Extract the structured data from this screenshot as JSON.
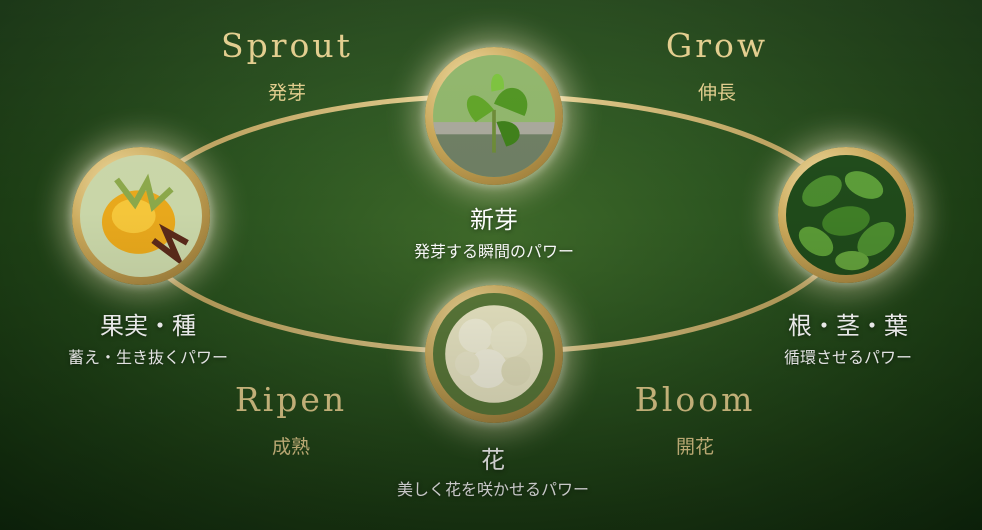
{
  "stages": {
    "sprout": {
      "en": "Sprout",
      "ja": "発芽"
    },
    "grow": {
      "en": "Grow",
      "ja": "伸長"
    },
    "ripen": {
      "en": "Ripen",
      "ja": "成熟"
    },
    "bloom": {
      "en": "Bloom",
      "ja": "開花"
    }
  },
  "phases": {
    "sprout_phase": {
      "title": "新芽",
      "subtitle": "発芽する瞬間のパワー"
    },
    "leaf_phase": {
      "title": "根・茎・葉",
      "subtitle": "循環させるパワー"
    },
    "flower_phase": {
      "title": "花",
      "subtitle": "美しく花を咲かせるパワー"
    },
    "seed_phase": {
      "title": "果実・種",
      "subtitle": "蓄え・生き抜くパワー"
    }
  },
  "colors": {
    "gold": "#e2cd8c",
    "ring": "#d9bb72",
    "background": "#2c5520"
  },
  "images": {
    "top": "ginkgo-sprout-photo",
    "right": "mint-leaves-photo",
    "bottom": "white-flower-cluster-photo",
    "left": "spiky-fruit-photo"
  }
}
